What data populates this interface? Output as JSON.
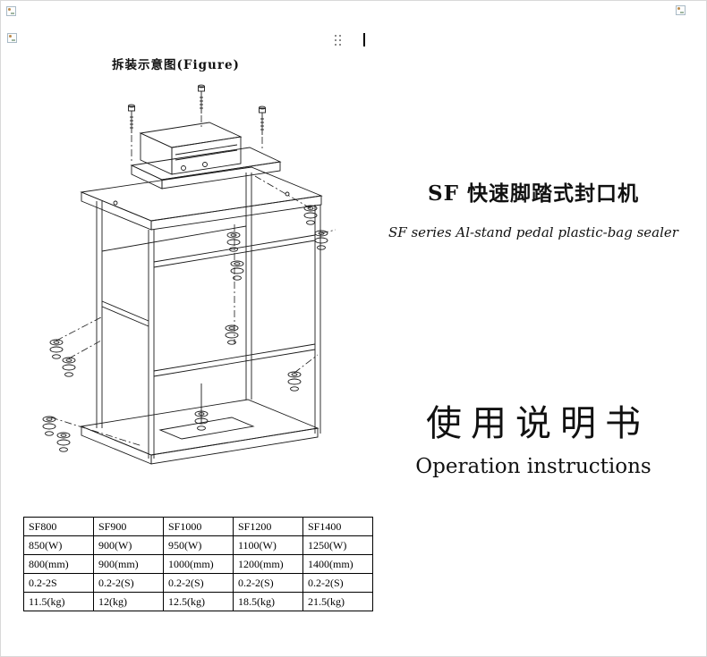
{
  "page": {
    "figure_caption": "拆装示意图(Figure)",
    "product_title_cn": "SF 快速脚踏式封口机",
    "product_subtitle_en": "SF series Al-stand pedal plastic-bag sealer",
    "manual_title_cn": "使用说明书",
    "manual_title_en": "Operation instructions"
  },
  "spec_table": {
    "headers": [
      "SF800",
      "SF900",
      "SF1000",
      "SF1200",
      "SF1400"
    ],
    "rows": [
      [
        "850(W)",
        "900(W)",
        "950(W)",
        "1100(W)",
        "1250(W)"
      ],
      [
        "800(mm)",
        "900(mm)",
        "1000(mm)",
        "1200(mm)",
        "1400(mm)"
      ],
      [
        "0.2-2S",
        "0.2-2(S)",
        "0.2-2(S)",
        "0.2-2(S)",
        "0.2-2(S)"
      ],
      [
        "11.5(kg)",
        "12(kg)",
        "12.5(kg)",
        "18.5(kg)",
        "21.5(kg)"
      ]
    ]
  }
}
